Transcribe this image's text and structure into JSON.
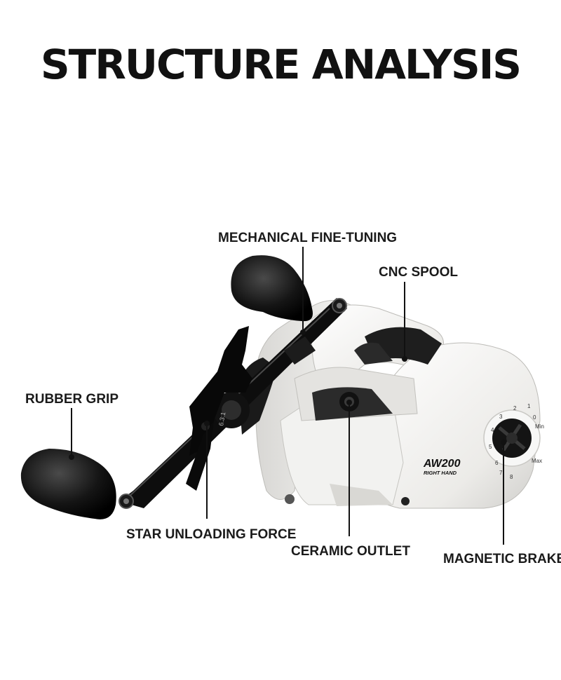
{
  "title": "STRUCTURE ANALYSIS",
  "labels": {
    "mechanical_fine_tuning": "MECHANICAL FINE-TUNING",
    "cnc_spool": "CNC SPOOL",
    "rubber_grip": "RUBBER GRIP",
    "star_unloading_force": "STAR UNLOADING FORCE",
    "ceramic_outlet": "CERAMIC OUTLET",
    "magnetic_brake": "MAGNETIC BRAKE"
  },
  "reel": {
    "model": "AW200",
    "hand": "RIGHT HAND",
    "gear_ratio": "6.3:1",
    "dial_marks": [
      "0",
      "1",
      "2",
      "3",
      "4",
      "5",
      "6",
      "7",
      "8"
    ],
    "dial_min": "Min",
    "dial_max": "Max"
  },
  "colors": {
    "body": "#f4f4f2",
    "metal": "#121212",
    "text": "#1a1a1a"
  }
}
